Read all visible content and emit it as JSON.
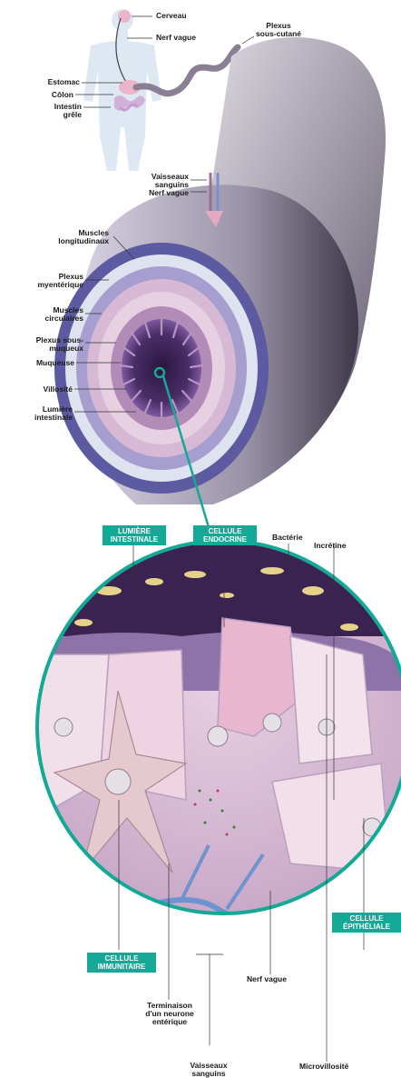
{
  "colors": {
    "accent": "#14a896",
    "tissue_pink": "#e9b7cd",
    "tissue_purple": "#8a7bb8",
    "lumen_dark": "#3a2350",
    "bacteria_yellow": "#e8d28a",
    "vessel_blue": "#6f93cf"
  },
  "body_labels": {
    "cerveau": "Cerveau",
    "nerf_vague": "Nerf vague",
    "estomac": "Estomac",
    "colon": "Côlon",
    "intestin_grele": "Intestin\ngrêle",
    "plexus_sous_cutane": "Plexus\nsous-cutané"
  },
  "tube_labels": {
    "vaisseaux_nerf": "Vaisseaux\nsanguins\nNerf vague",
    "muscles_longitudinaux": "Muscles\nlongitudinaux",
    "plexus_myenterique": "Plexus\nmyentérique",
    "muscles_circulaires": "Muscles\ncirculaires",
    "plexus_sous_muqueux": "Plexus sous-\nmuqueux",
    "muqueuse": "Muqueuse",
    "villosite": "Villosité",
    "lumiere_intestinale": "Lumière\nintestinale"
  },
  "detail_tags": {
    "lumiere": "LUMIÈRE\nINTESTINALE",
    "endocrine": "CELLULE\nENDOCRINE",
    "immunitaire": "CELLULE\nIMMUNITAIRE",
    "epitheliale": "CELLULE\nÉPITHÉLIALE"
  },
  "detail_labels": {
    "bacterie": "Bactérie",
    "incretine": "Incrétine",
    "nerf_vague": "Nerf vague",
    "terminaison": "Terminaison\nd'un neurone\nentérique",
    "microvillosite": "Microvillosité",
    "vaisseaux": "Vaisseaux\nsanguins"
  }
}
